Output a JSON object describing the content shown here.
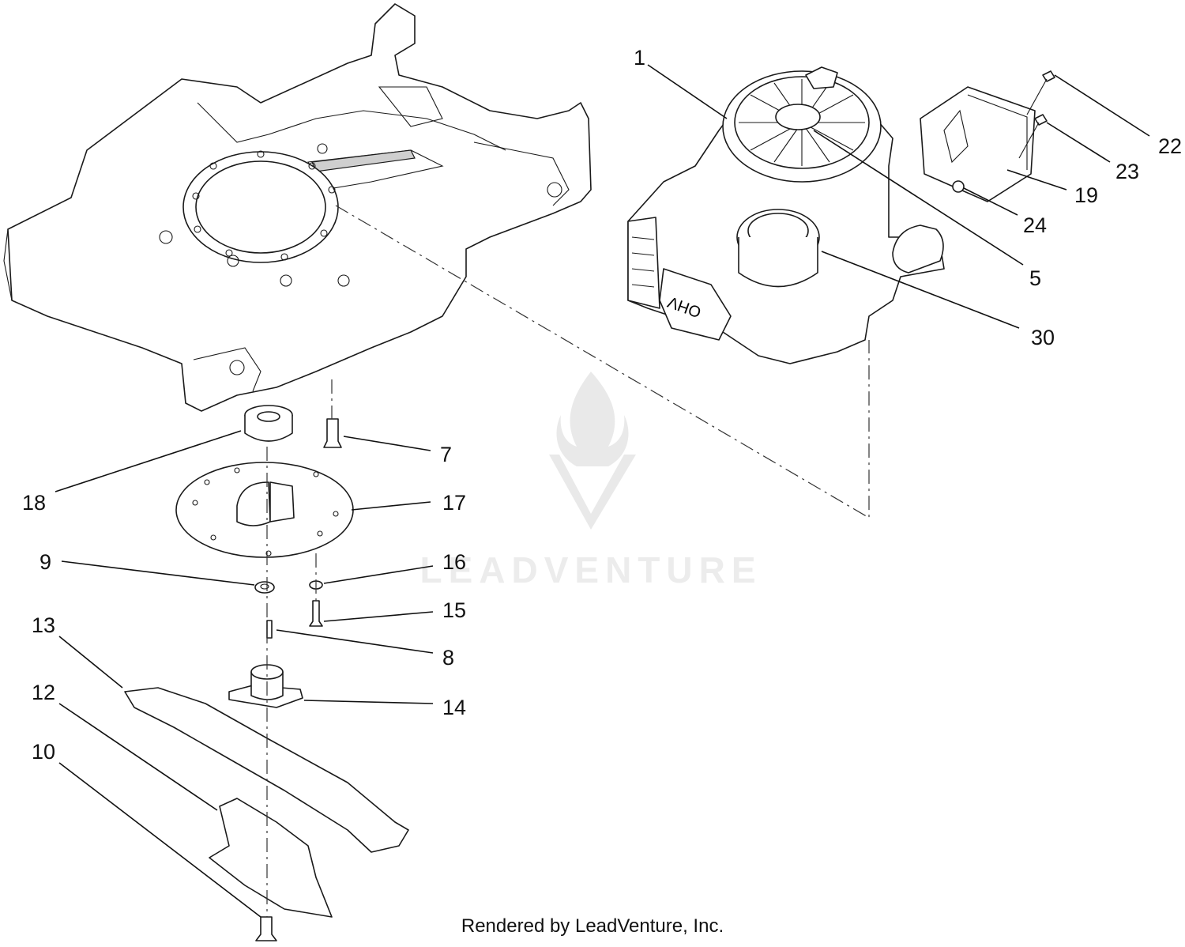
{
  "footer": {
    "text": "Rendered by LeadVenture, Inc."
  },
  "watermark": {
    "text": "LEADVENTURE",
    "icon": "flame-v-logo-icon"
  },
  "callouts": [
    {
      "id": "c1",
      "label": "1"
    },
    {
      "id": "c22",
      "label": "22"
    },
    {
      "id": "c23",
      "label": "23"
    },
    {
      "id": "c19",
      "label": "19"
    },
    {
      "id": "c24",
      "label": "24"
    },
    {
      "id": "c5",
      "label": "5"
    },
    {
      "id": "c30",
      "label": "30"
    },
    {
      "id": "c7",
      "label": "7"
    },
    {
      "id": "c18",
      "label": "18"
    },
    {
      "id": "c17",
      "label": "17"
    },
    {
      "id": "c9",
      "label": "9"
    },
    {
      "id": "c16",
      "label": "16"
    },
    {
      "id": "c15",
      "label": "15"
    },
    {
      "id": "c13",
      "label": "13"
    },
    {
      "id": "c8",
      "label": "8"
    },
    {
      "id": "c14",
      "label": "14"
    },
    {
      "id": "c12",
      "label": "12"
    },
    {
      "id": "c10",
      "label": "10"
    }
  ]
}
